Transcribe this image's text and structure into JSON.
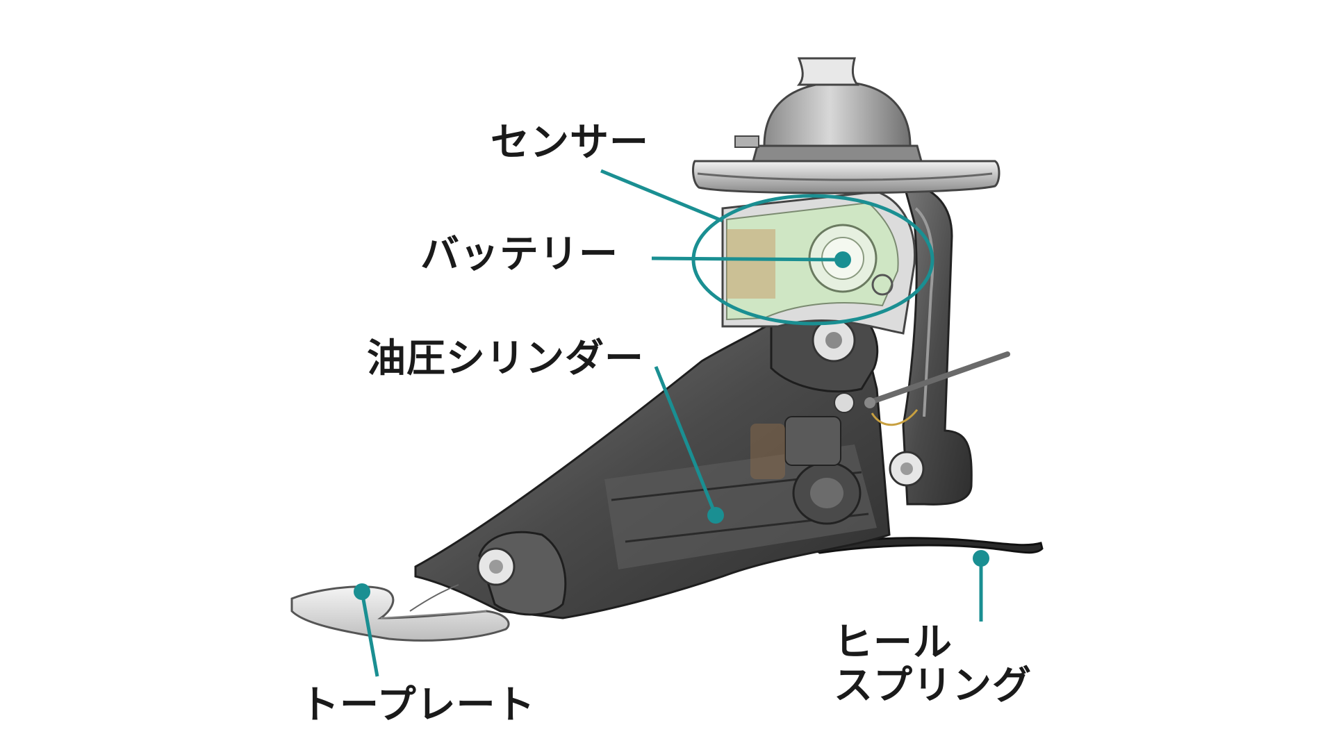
{
  "colors": {
    "callout": "#1a8f92",
    "label_text": "#1a1a1a",
    "housing_dark": "#3a3a3a",
    "housing_mid": "#6a6a6a",
    "metal_light": "#d9d9d9",
    "board_green": "#cfe6c4"
  },
  "labels": {
    "sensor": "センサー",
    "battery": "バッテリー",
    "hydraulic_cylinder": "油圧シリンダー",
    "toe_plate": "トープレート",
    "heel_spring_line1": "ヒール",
    "heel_spring_line2": "スプリング"
  }
}
